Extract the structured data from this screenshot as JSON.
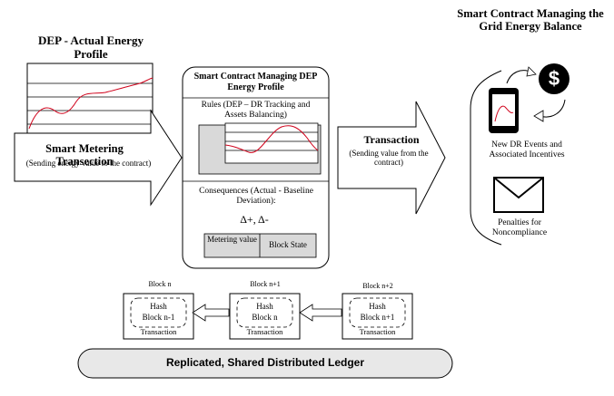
{
  "left": {
    "title": "DEP - Actual Energy Profile",
    "arrow_title": "Smart Metering Transection",
    "arrow_subtitle": "(Sending energy value to the contract)"
  },
  "contract": {
    "title": "Smart Contract Managing DEP Energy Profile",
    "rules": "Rules (DEP – DR Tracking and Assets Balancing)",
    "consequences": "Consequences (Actual - Baseline Deviation):",
    "deltas": "Δ+, Δ-",
    "cell_metering": "Metering value",
    "cell_block_state": "Block State"
  },
  "transaction_arrow": {
    "title": "Transaction",
    "subtitle": "(Sending value from the contract)"
  },
  "right": {
    "title": "Smart Contract Managing the Grid Energy Balance",
    "dollar": "$",
    "dr_events": "New DR Events and Associated Incentives",
    "penalties": "Penalties for Noncompliance"
  },
  "blocks": [
    {
      "label": "Block n",
      "hash": "Hash",
      "ref": "Block n-1",
      "footer": "Transaction"
    },
    {
      "label": "Block n+1",
      "hash": "Hash",
      "ref": "Block n",
      "footer": "Transaction"
    },
    {
      "label": "Block n+2",
      "hash": "Hash",
      "ref": "Block n+1",
      "footer": "Transaction"
    }
  ],
  "ledger": "Replicated, Shared Distributed Ledger",
  "colors": {
    "curve": "#d0021b",
    "shade": "#d9d9d9",
    "ledger_fill": "#e8e8e8"
  }
}
